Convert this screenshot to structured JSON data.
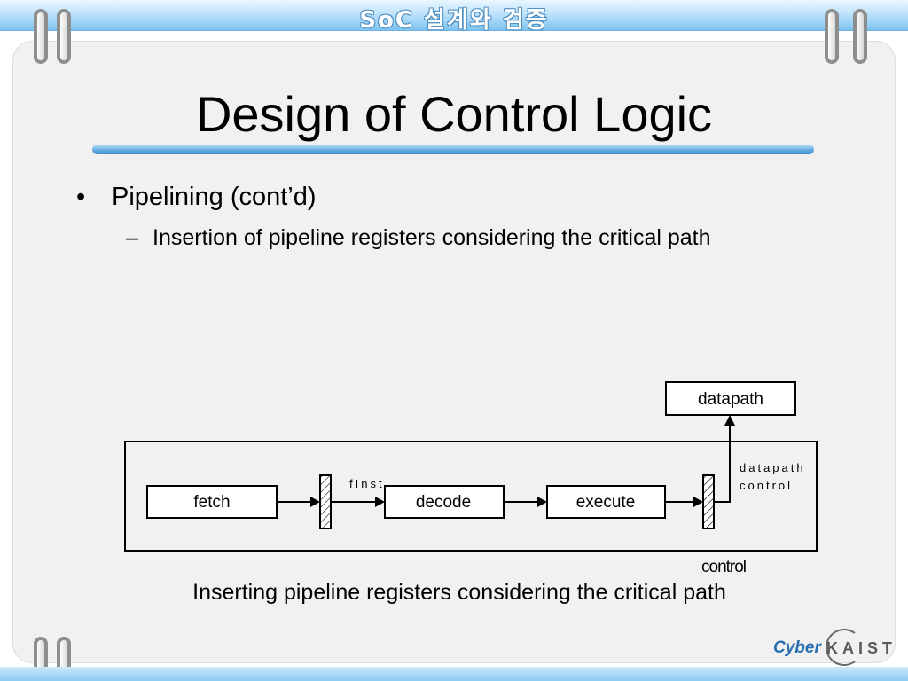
{
  "header": {
    "title": "SoC 설계와 검증"
  },
  "slide": {
    "title": "Design of Control Logic",
    "bullets": [
      {
        "symbol": "•",
        "text": "Pipelining (cont’d)"
      }
    ],
    "subbullets": [
      {
        "symbol": "–",
        "text": "Insertion of pipeline registers considering the critical path"
      }
    ],
    "caption": "Inserting pipeline registers considering the critical path"
  },
  "diagram": {
    "blocks": {
      "fetch": "fetch",
      "decode": "decode",
      "execute": "execute",
      "datapath": "datapath"
    },
    "labels": {
      "finst": "fInst",
      "datapath_control": [
        "datapath",
        "control"
      ],
      "control": "control"
    }
  },
  "logo": {
    "cyber": "Cyber",
    "kaist": "KAIST"
  },
  "colors": {
    "accent_blue": "#3d8fd1",
    "panel_bg": "#f1f1f1",
    "logo_blue": "#2a6fb0"
  }
}
